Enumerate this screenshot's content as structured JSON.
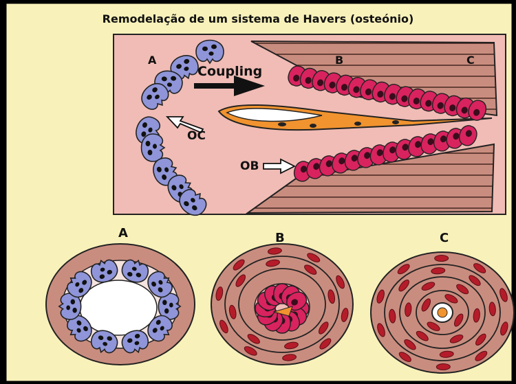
{
  "title": "Remodelação de um sistema de Havers (osteónio)",
  "top_panel": {
    "label_a": "A",
    "label_b": "B",
    "label_c": "C",
    "coupling": "Coupling",
    "oc": "OC",
    "ob": "OB"
  },
  "cross_sections": [
    {
      "label": "A"
    },
    {
      "label": "B"
    },
    {
      "label": "C"
    }
  ],
  "colors": {
    "background": "#f8f1ba",
    "panel": "#f0bcb5",
    "bone": "#c98d7f",
    "osteoclast": "#8f95d8",
    "osteoblast": "#d8235f",
    "osteocyte": "#b51c2a",
    "vessel": "#f1932f"
  }
}
